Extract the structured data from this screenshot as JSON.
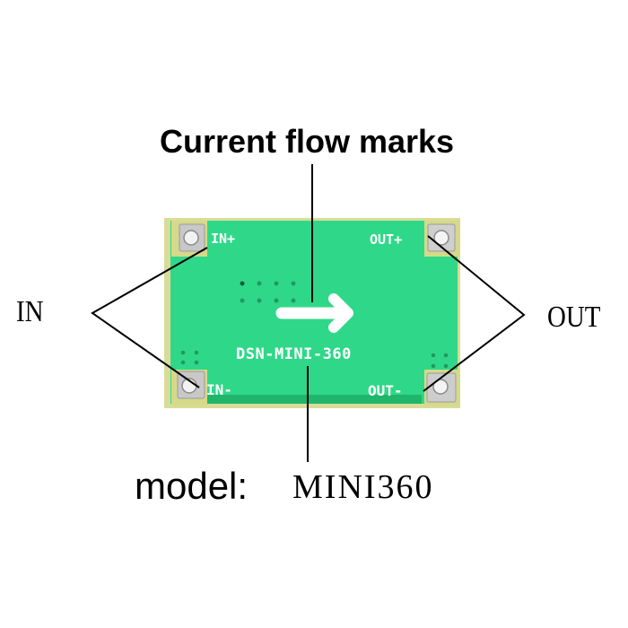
{
  "diagram": {
    "title": "Current flow marks",
    "input_label": "IN",
    "output_label": "OUT",
    "model_prefix": "model:",
    "model_value": "MINI360"
  },
  "board": {
    "silkscreen_model": "DSN-MINI-360",
    "pads": {
      "in_plus": "IN+",
      "in_minus": "IN-",
      "out_plus": "OUT+",
      "out_minus": "OUT-"
    },
    "colors": {
      "pcb_green": "#2fd888",
      "pcb_edge": "#21b86c",
      "pad_silver": "#c9c9c9",
      "substrate_yellow": "#d6d98a",
      "silkscreen": "#ffffff"
    }
  }
}
